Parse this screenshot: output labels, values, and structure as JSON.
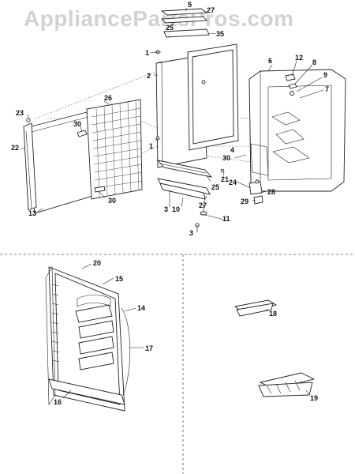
{
  "watermark": "AppliancePartsPros.com",
  "callouts": {
    "c1a": "1",
    "c1b": "1",
    "c2": "2",
    "c3a": "3",
    "c3b": "3",
    "c4": "4",
    "c5": "5",
    "c6": "6",
    "c7": "7",
    "c8": "8",
    "c9": "9",
    "c10": "10",
    "c11": "11",
    "c12": "12",
    "c13": "13",
    "c14": "14",
    "c15": "15",
    "c16": "16",
    "c17": "17",
    "c18": "18",
    "c19": "19",
    "c20": "20",
    "c21": "21",
    "c22": "22",
    "c23": "23",
    "c24": "24",
    "c25a": "25",
    "c25b": "25",
    "c26": "26",
    "c27a": "27",
    "c27b": "27",
    "c28": "28",
    "c29": "29",
    "c30a": "30",
    "c30b": "30",
    "c30c": "30",
    "c35": "35"
  }
}
